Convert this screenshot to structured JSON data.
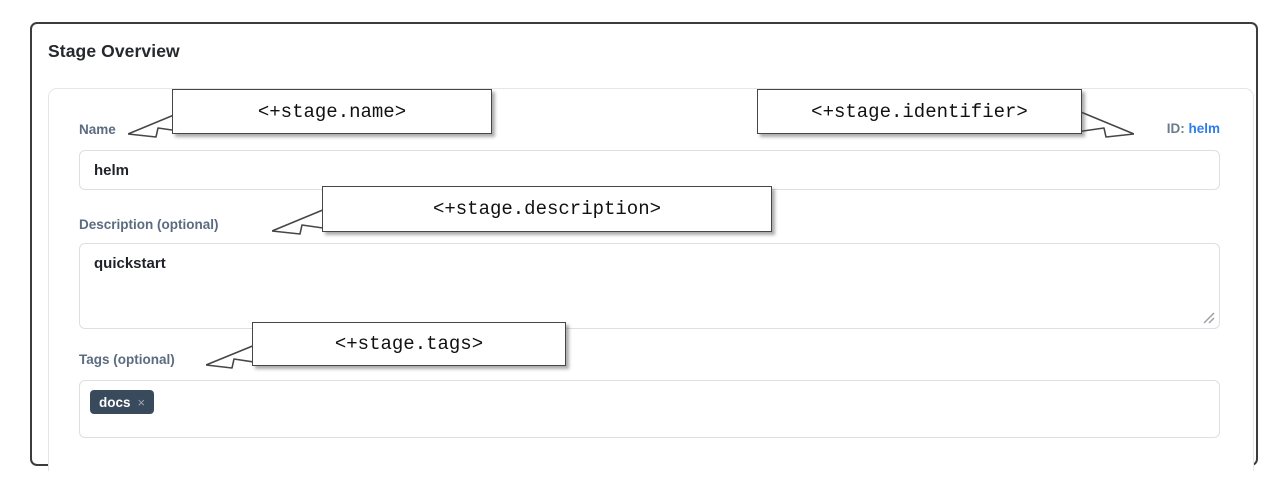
{
  "panel": {
    "title": "Stage Overview"
  },
  "identifier": {
    "key_label": "ID:",
    "value": "helm",
    "value_color": "#2f7ced",
    "key_color": "#6c7a8c"
  },
  "fields": {
    "name": {
      "label": "Name",
      "value": "helm",
      "placeholder": ""
    },
    "description": {
      "label": "Description (optional)",
      "value": "quickstart",
      "placeholder": ""
    },
    "tags": {
      "label": "Tags (optional)",
      "placeholder": "",
      "chips": [
        {
          "label": "docs",
          "remove_glyph": "×"
        }
      ]
    }
  },
  "annotations": [
    {
      "id": "stage-name",
      "text": "<+stage.name>"
    },
    {
      "id": "stage-identifier",
      "text": "<+stage.identifier>"
    },
    {
      "id": "stage-description",
      "text": "<+stage.description>"
    },
    {
      "id": "stage-tags",
      "text": "<+stage.tags>"
    }
  ],
  "colors": {
    "label": "#5b6b80",
    "tag_pill": "#3a4a5d",
    "frame": "#3c3c3c",
    "input_border": "#dcdfe3"
  }
}
